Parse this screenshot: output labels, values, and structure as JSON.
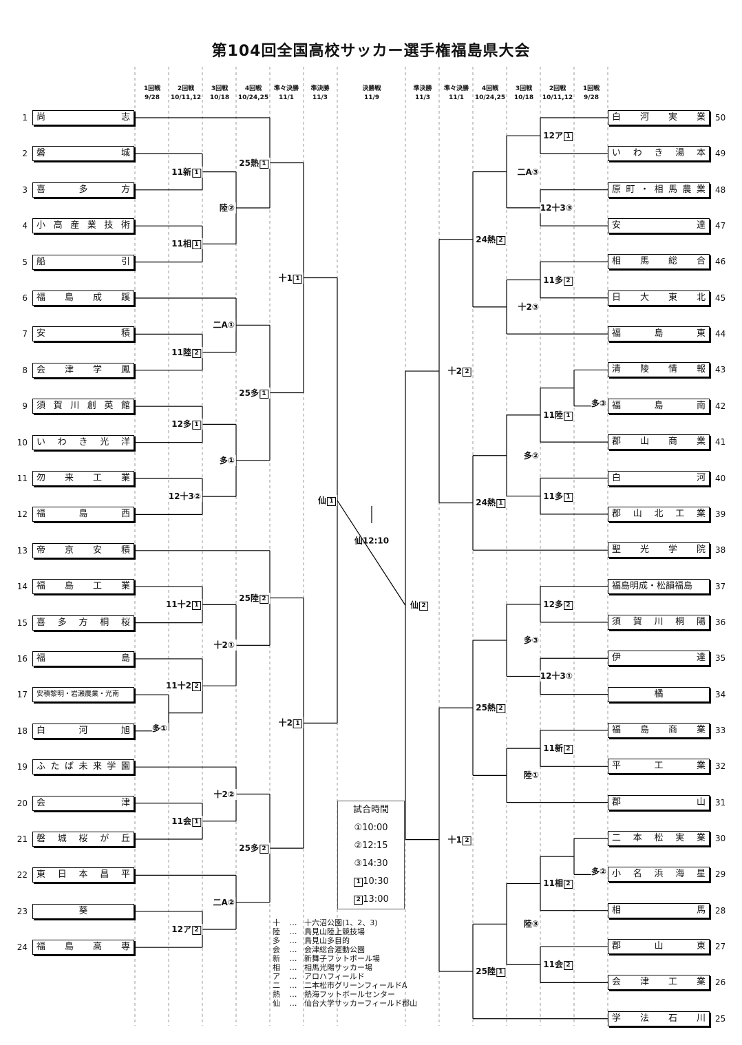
{
  "title": "第104回全国高校サッカー選手権福島県大会",
  "headers_left": [
    {
      "round": "1回戦",
      "date": "9/28"
    },
    {
      "round": "2回戦",
      "date": "10/11,12"
    },
    {
      "round": "3回戦",
      "date": "10/18"
    },
    {
      "round": "4回戦",
      "date": "10/24,25"
    },
    {
      "round": "準々決勝",
      "date": "11/1"
    },
    {
      "round": "準決勝",
      "date": "11/3"
    }
  ],
  "header_final": {
    "round": "決勝戦",
    "date": "11/9"
  },
  "headers_right": [
    {
      "round": "準決勝",
      "date": "11/3"
    },
    {
      "round": "準々決勝",
      "date": "11/1"
    },
    {
      "round": "4回戦",
      "date": "10/24,25"
    },
    {
      "round": "3回戦",
      "date": "10/18"
    },
    {
      "round": "2回戦",
      "date": "10/11,12"
    },
    {
      "round": "1回戦",
      "date": "9/28"
    }
  ],
  "left_teams": [
    {
      "seed": "1",
      "name": "尚志"
    },
    {
      "seed": "2",
      "name": "磐城"
    },
    {
      "seed": "3",
      "name": "喜多方"
    },
    {
      "seed": "4",
      "name": "小高産業技術"
    },
    {
      "seed": "5",
      "name": "船引"
    },
    {
      "seed": "6",
      "name": "福島成蹊"
    },
    {
      "seed": "7",
      "name": "安積"
    },
    {
      "seed": "8",
      "name": "会津学鳳"
    },
    {
      "seed": "9",
      "name": "須賀川創英館"
    },
    {
      "seed": "10",
      "name": "いわき光洋"
    },
    {
      "seed": "11",
      "name": "勿来工業"
    },
    {
      "seed": "12",
      "name": "福島西"
    },
    {
      "seed": "13",
      "name": "帝京安積"
    },
    {
      "seed": "14",
      "name": "福島工業"
    },
    {
      "seed": "15",
      "name": "喜多方桐桜"
    },
    {
      "seed": "16",
      "name": "福島"
    },
    {
      "seed": "17",
      "name": "安積黎明・岩瀬農業・光南"
    },
    {
      "seed": "18",
      "name": "白河旭"
    },
    {
      "seed": "19",
      "name": "ふたば未来学園"
    },
    {
      "seed": "20",
      "name": "会津"
    },
    {
      "seed": "21",
      "name": "磐城桜が丘"
    },
    {
      "seed": "22",
      "name": "東日本昌平"
    },
    {
      "seed": "23",
      "name": "葵"
    },
    {
      "seed": "24",
      "name": "福島高専"
    }
  ],
  "right_teams": [
    {
      "seed": "50",
      "name": "白河実業"
    },
    {
      "seed": "49",
      "name": "いわき湯本"
    },
    {
      "seed": "48",
      "name": "原町・相馬農業"
    },
    {
      "seed": "47",
      "name": "安達"
    },
    {
      "seed": "46",
      "name": "相馬総合"
    },
    {
      "seed": "45",
      "name": "日大東北"
    },
    {
      "seed": "44",
      "name": "福島東"
    },
    {
      "seed": "43",
      "name": "清陵情報"
    },
    {
      "seed": "42",
      "name": "福島南"
    },
    {
      "seed": "41",
      "name": "郡山商業"
    },
    {
      "seed": "40",
      "name": "白河"
    },
    {
      "seed": "39",
      "name": "郡山北工業"
    },
    {
      "seed": "38",
      "name": "聖光学院"
    },
    {
      "seed": "37",
      "name": "福島明成・松韻福島"
    },
    {
      "seed": "36",
      "name": "須賀川桐陽"
    },
    {
      "seed": "35",
      "name": "伊達"
    },
    {
      "seed": "34",
      "name": "橘"
    },
    {
      "seed": "33",
      "name": "福島商業"
    },
    {
      "seed": "32",
      "name": "平工業"
    },
    {
      "seed": "31",
      "name": "郡山"
    },
    {
      "seed": "30",
      "name": "二本松実業"
    },
    {
      "seed": "29",
      "name": "小名浜海星"
    },
    {
      "seed": "28",
      "name": "相馬"
    },
    {
      "seed": "27",
      "name": "郡山東"
    },
    {
      "seed": "26",
      "name": "会津工業"
    },
    {
      "seed": "25",
      "name": "学法石川"
    }
  ],
  "matches_left": [
    {
      "id": "L2a",
      "label": "11新",
      "code": "1"
    },
    {
      "id": "L2b",
      "label": "11相",
      "code": "1"
    },
    {
      "id": "L2c",
      "label": "11陸",
      "code": "2"
    },
    {
      "id": "L2d",
      "label": "12多",
      "code": "1"
    },
    {
      "id": "L2e",
      "label": "12十3②",
      "code": ""
    },
    {
      "id": "L2f",
      "label": "11十2",
      "code": "1"
    },
    {
      "id": "L1a",
      "label": "多①",
      "code": ""
    },
    {
      "id": "L2g",
      "label": "11十2",
      "code": "2"
    },
    {
      "id": "L2h",
      "label": "11会",
      "code": "1"
    },
    {
      "id": "L2i",
      "label": "12ア",
      "code": "2"
    },
    {
      "id": "L3a",
      "label": "陸②",
      "code": ""
    },
    {
      "id": "L3b",
      "label": "二A①",
      "code": ""
    },
    {
      "id": "L3c",
      "label": "多①",
      "code": ""
    },
    {
      "id": "L3d",
      "label": "十2①",
      "code": ""
    },
    {
      "id": "L3e",
      "label": "十2②",
      "code": ""
    },
    {
      "id": "L3f",
      "label": "二A②",
      "code": ""
    },
    {
      "id": "L4a",
      "label": "25熱",
      "code": "1"
    },
    {
      "id": "L4b",
      "label": "25多",
      "code": "1"
    },
    {
      "id": "L4c",
      "label": "25陸",
      "code": "2"
    },
    {
      "id": "L4d",
      "label": "25多",
      "code": "2"
    },
    {
      "id": "LQa",
      "label": "十1",
      "code": "1"
    },
    {
      "id": "LQb",
      "label": "十2",
      "code": "1"
    },
    {
      "id": "LS",
      "label": "仙",
      "code": "1"
    }
  ],
  "matches_right": [
    {
      "id": "R1a",
      "label": "12ア",
      "code": "1"
    },
    {
      "id": "R2b",
      "label": "12十3③",
      "code": ""
    },
    {
      "id": "R2c",
      "label": "11多",
      "code": "2"
    },
    {
      "id": "R1d",
      "label": "多③",
      "code": ""
    },
    {
      "id": "R2e",
      "label": "11陸",
      "code": "1"
    },
    {
      "id": "R2f",
      "label": "11多",
      "code": "1"
    },
    {
      "id": "R2g",
      "label": "12多",
      "code": "2"
    },
    {
      "id": "R2h",
      "label": "12十3①",
      "code": ""
    },
    {
      "id": "R2i",
      "label": "11新",
      "code": "2"
    },
    {
      "id": "R1j",
      "label": "多②",
      "code": ""
    },
    {
      "id": "R2k",
      "label": "11相",
      "code": "2"
    },
    {
      "id": "R2l",
      "label": "11会",
      "code": "2"
    },
    {
      "id": "R3a",
      "label": "二A③",
      "code": ""
    },
    {
      "id": "R3b",
      "label": "十2③",
      "code": ""
    },
    {
      "id": "R3c",
      "label": "多②",
      "code": ""
    },
    {
      "id": "R3d",
      "label": "多③",
      "code": ""
    },
    {
      "id": "R3e",
      "label": "陸①",
      "code": ""
    },
    {
      "id": "R3f",
      "label": "陸③",
      "code": ""
    },
    {
      "id": "R4a",
      "label": "24熱",
      "code": "2"
    },
    {
      "id": "R4b",
      "label": "24熱",
      "code": "1"
    },
    {
      "id": "R4c",
      "label": "25熱",
      "code": "2"
    },
    {
      "id": "R4d",
      "label": "25陸",
      "code": "1"
    },
    {
      "id": "RQa",
      "label": "十2",
      "code": "2"
    },
    {
      "id": "RQb",
      "label": "十1",
      "code": "2"
    },
    {
      "id": "RS",
      "label": "仙",
      "code": "2"
    }
  ],
  "final": {
    "label": "仙12:10"
  },
  "schedule": {
    "title": "試合時間",
    "rows": [
      "①10:00",
      "②12:15",
      "③14:30"
    ],
    "boxed_rows": [
      {
        "code": "1",
        "time": "10:30"
      },
      {
        "code": "2",
        "time": "13:00"
      }
    ]
  },
  "legend": [
    {
      "key": "十",
      "dots": "…",
      "desc": "十六沼公園(1、2、3)"
    },
    {
      "key": "陸",
      "dots": "…",
      "desc": "鳥見山陸上競技場"
    },
    {
      "key": "多",
      "dots": "…",
      "desc": "鳥見山多目的"
    },
    {
      "key": "会",
      "dots": "…",
      "desc": "会津総合運動公園"
    },
    {
      "key": "新",
      "dots": "…",
      "desc": "新舞子フットボール場"
    },
    {
      "key": "相",
      "dots": "…",
      "desc": "相馬光陽サッカー場"
    },
    {
      "key": "ア",
      "dots": "…",
      "desc": "アロハフィールド"
    },
    {
      "key": "二",
      "dots": "…",
      "desc": "二本松市グリーンフィールドA"
    },
    {
      "key": "熱",
      "dots": "…",
      "desc": "熱海フットボールセンター"
    },
    {
      "key": "仙",
      "dots": "…",
      "desc": "仙台大学サッカーフィールド郡山"
    }
  ]
}
